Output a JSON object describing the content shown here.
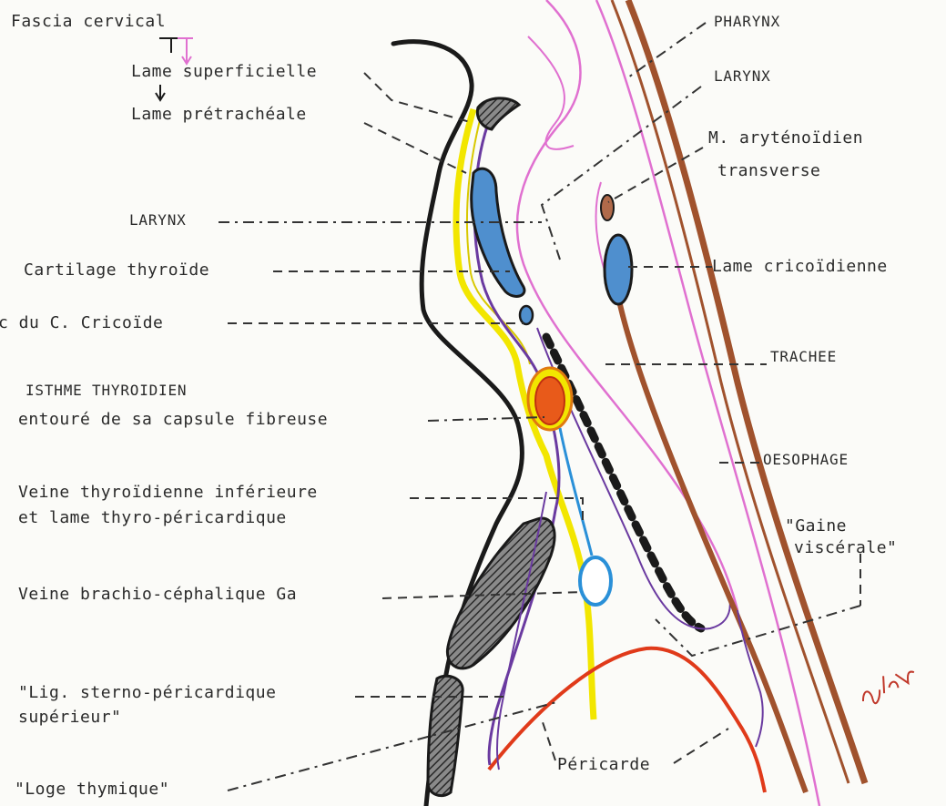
{
  "labels": {
    "fascia_cervical": "Fascia  cervical",
    "lame_superficielle": "Lame superficielle",
    "lame_pretracheale": "Lame prétrachéale",
    "larynx_left": "LARYNX",
    "cartilage_thyroide": "Cartilage thyroïde",
    "arc_cricoide": "c du  C. Cricoïde",
    "isthme_line1": "ISTHME THYROIDIEN",
    "isthme_line2": "entouré de sa capsule fibreuse",
    "veine_inf_line1": "Veine thyroïdienne inférieure",
    "veine_inf_line2": "et lame thyro-péricardique",
    "veine_brachio": "Veine brachio-céphalique Ga",
    "lig_line1": "\"Lig. sterno-péricardique",
    "lig_line2": "supérieur\"",
    "loge_thymique": "\"Loge  thymique\"",
    "pharynx": "PHARYNX",
    "larynx_right": "LARYNX",
    "arytenoidien_line1": "M. aryténoïdien",
    "arytenoidien_line2": "transverse",
    "lame_cricoidienne": "Lame cricoïdienne",
    "trachee": "TRACHEE",
    "oesophage": "OESOPHAGE",
    "gaine_line1": "\"Gaine",
    "gaine_line2": "viscérale\"",
    "pericarde": "Péricarde"
  },
  "colors": {
    "skin_outline": "#1a1a1a",
    "fascia_pink": "#e070d0",
    "fascia_purple": "#6a3aa0",
    "yellow_layer": "#f2e600",
    "cartilage_blue": "#4f8fce",
    "bone_hatch": "#3a3a3a",
    "esophagus_brown": "#a0522d",
    "pericarde_red": "#e03a1a",
    "thyroid_orange": "#f08a10",
    "vein_blue": "#2a90d8"
  },
  "signature_text": "Bf/hu"
}
